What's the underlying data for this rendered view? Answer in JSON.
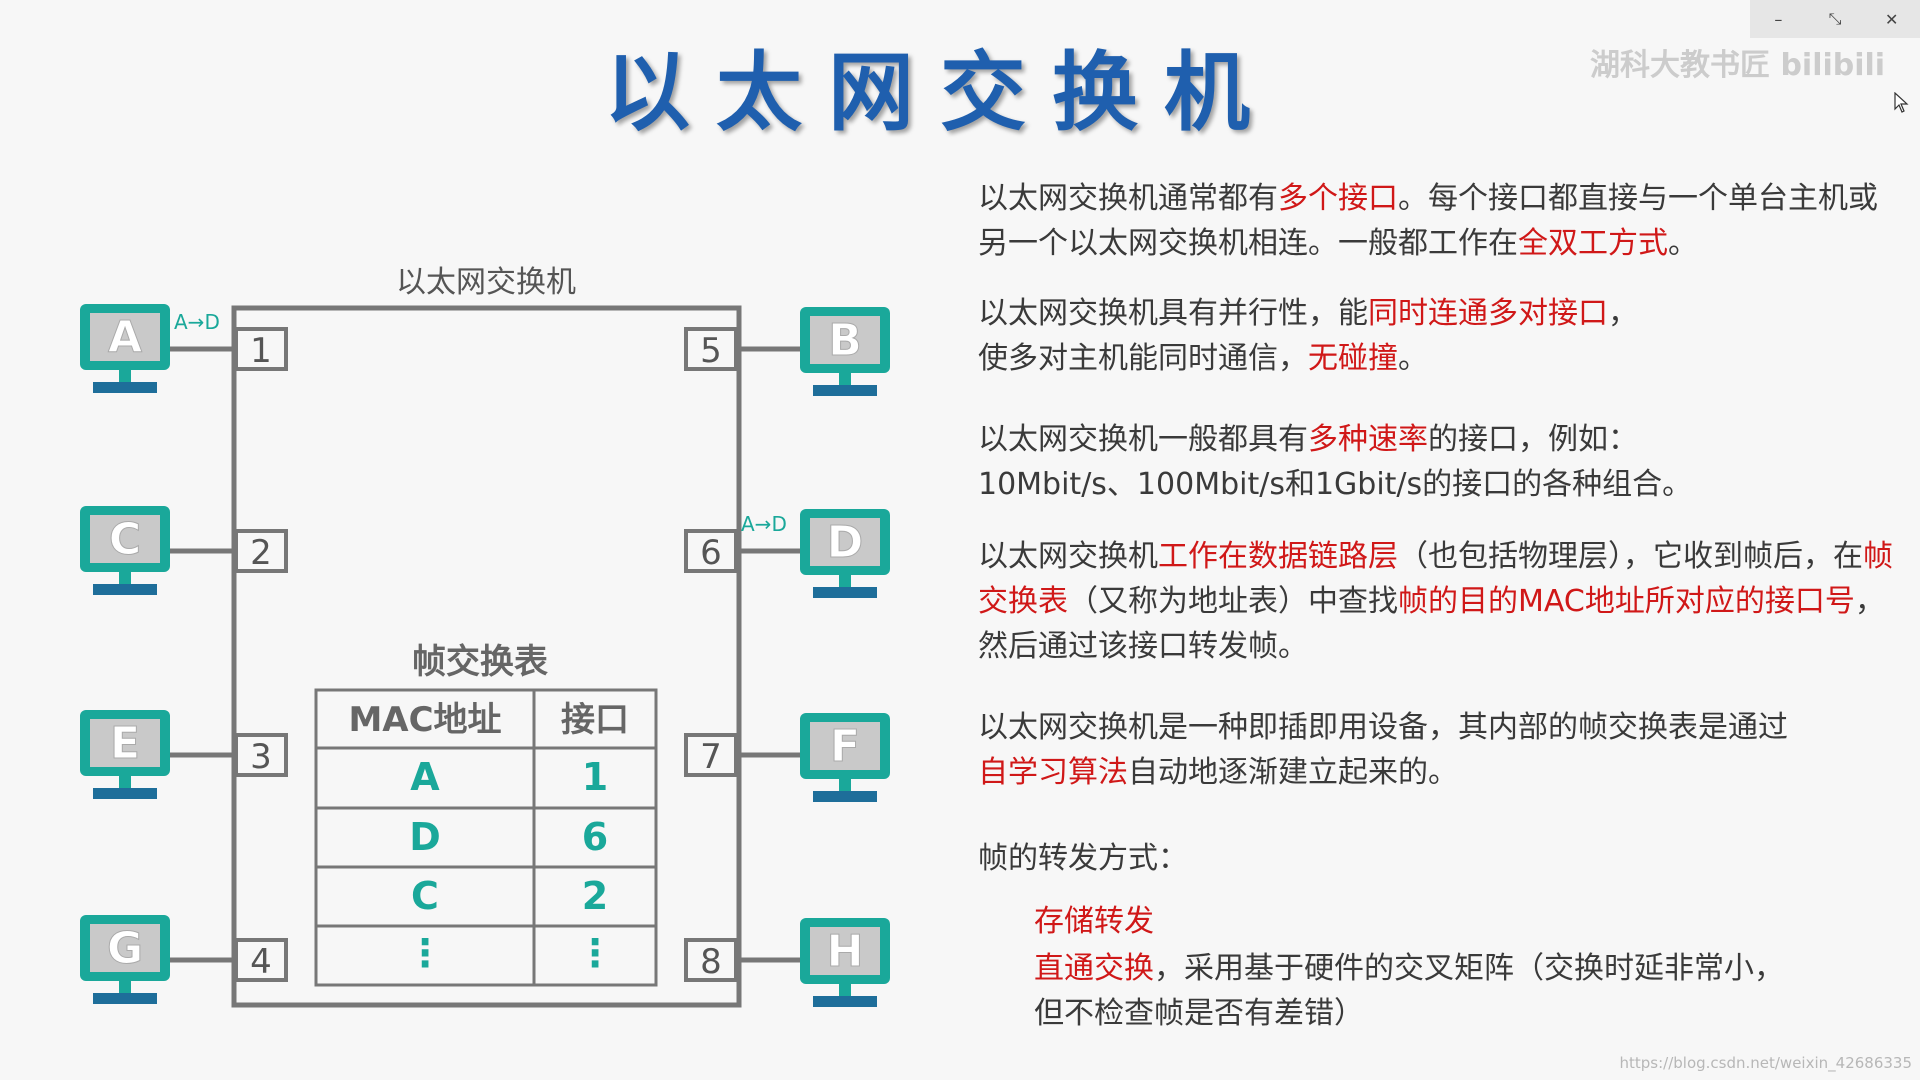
{
  "title": "以太网交换机",
  "watermark": "湖科大教书匠 bilibili",
  "url_watermark": "https://blog.csdn.net/weixin_42686335",
  "window_controls": {
    "minimize": "–",
    "restore": "⤡",
    "close": "✕"
  },
  "diagram": {
    "switch_label": "以太网交换机",
    "table_title": "帧交换表",
    "table_headers": [
      "MAC地址",
      "接口"
    ],
    "table_rows": [
      [
        "A",
        "1"
      ],
      [
        "D",
        "6"
      ],
      [
        "C",
        "2"
      ],
      [
        "⋮",
        "⋮"
      ]
    ],
    "left_hosts": [
      {
        "name": "A",
        "port": "1",
        "tag": "A→D"
      },
      {
        "name": "C",
        "port": "2",
        "tag": ""
      },
      {
        "name": "E",
        "port": "3",
        "tag": ""
      },
      {
        "name": "G",
        "port": "4",
        "tag": ""
      }
    ],
    "right_hosts": [
      {
        "name": "B",
        "port": "5",
        "tag": ""
      },
      {
        "name": "D",
        "port": "6",
        "tag": "A→D"
      },
      {
        "name": "F",
        "port": "7",
        "tag": ""
      },
      {
        "name": "H",
        "port": "8",
        "tag": ""
      }
    ],
    "colors": {
      "teal": "#1aa89a",
      "monitor_screen": "#c9c9c9",
      "frame": "#777777"
    }
  },
  "paragraphs": [
    {
      "segments": [
        [
          "以太网交换机通常都有",
          false
        ],
        [
          "多个接口",
          true
        ],
        [
          "。每个接口都直接与一个单台主机或另一个以太网交换机相连。一般都工作在",
          false
        ],
        [
          "全双工方式",
          true
        ],
        [
          "。",
          false
        ]
      ]
    },
    {
      "segments": [
        [
          "以太网交换机具有并行性，能",
          false
        ],
        [
          "同时连通多对接口",
          true
        ],
        [
          "，",
          false
        ],
        [
          "\n",
          false
        ],
        [
          "使多对主机能同时通信，",
          false
        ],
        [
          "无碰撞",
          true
        ],
        [
          "。",
          false
        ]
      ]
    },
    {
      "segments": [
        [
          "以太网交换机一般都具有",
          false
        ],
        [
          "多种速率",
          true
        ],
        [
          "的接口，例如：",
          false
        ],
        [
          "\n",
          false
        ],
        [
          "10Mbit/s、100Mbit/s和1Gbit/s的接口的各种组合。",
          false
        ]
      ]
    },
    {
      "segments": [
        [
          "以太网交换机",
          false
        ],
        [
          "工作在数据链路层",
          true
        ],
        [
          "（也包括物理层），它收到帧后，在",
          false
        ],
        [
          "帧交换表",
          true
        ],
        [
          "（又称为地址表）中查找",
          false
        ],
        [
          "帧的目的MAC地址所对应的接口号",
          true
        ],
        [
          "，然后通过该接口转发帧。",
          false
        ]
      ]
    },
    {
      "segments": [
        [
          "以太网交换机是一种即插即用设备，其内部的帧交换表是通过",
          false
        ],
        [
          "\n",
          false
        ],
        [
          "自学习算法",
          true
        ],
        [
          "自动地逐渐建立起来的。",
          false
        ]
      ]
    }
  ],
  "forwarding": {
    "heading": "帧的转发方式：",
    "store_forward": "存储转发",
    "cut_through": "直通交换",
    "cut_through_desc": "，采用基于硬件的交叉矩阵（交换时延非常小，",
    "cut_through_desc2": "但不检查帧是否有差错）"
  }
}
